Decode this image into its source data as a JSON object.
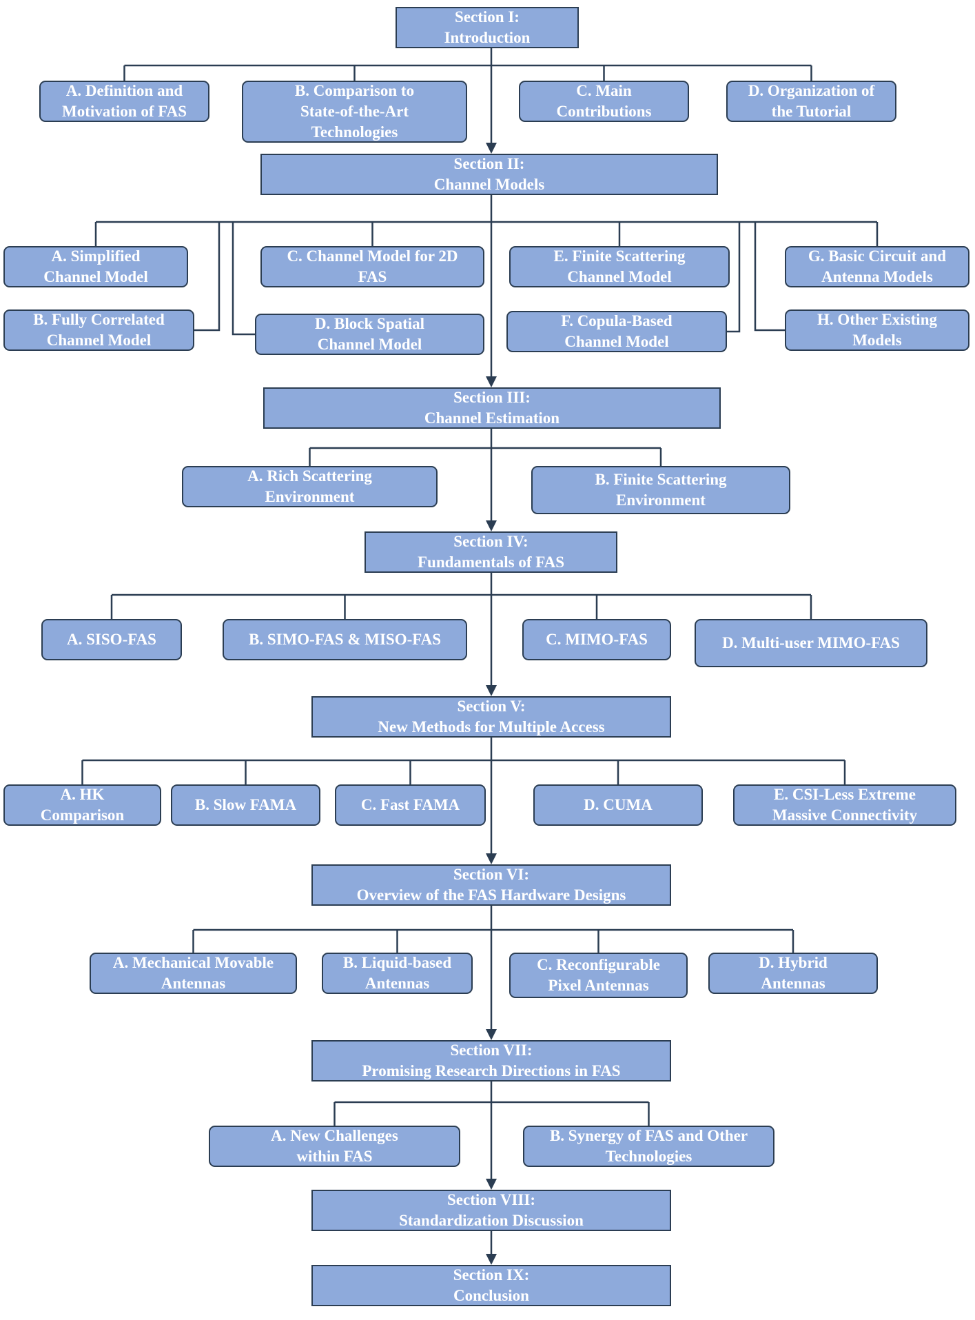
{
  "colors": {
    "box_fill": "#8eaadb",
    "box_border": "#2b3d52",
    "text": "#ffffff",
    "line": "#2b3d52"
  },
  "sections": {
    "s1": [
      "Section I:",
      "Introduction"
    ],
    "s2": [
      "Section II:",
      "Channel Models"
    ],
    "s3": [
      "Section III:",
      "Channel Estimation"
    ],
    "s4": [
      "Section IV:",
      "Fundamentals of FAS"
    ],
    "s5": [
      "Section V:",
      "New Methods for Multiple Access"
    ],
    "s6": [
      "Section VI:",
      "Overview of the FAS Hardware Designs"
    ],
    "s7": [
      "Section VII:",
      "Promising Research Directions in FAS"
    ],
    "s8": [
      "Section VIII:",
      "Standardization Discussion"
    ],
    "s9": [
      "Section IX:",
      "Conclusion"
    ]
  },
  "subsections": {
    "s1": [
      [
        "A. Definition and",
        "Motivation of FAS"
      ],
      [
        "B. Comparison to",
        "State-of-the-Art",
        "Technologies"
      ],
      [
        "C. Main",
        "Contributions"
      ],
      [
        "D. Organization of",
        "the Tutorial"
      ]
    ],
    "s2": [
      [
        "A. Simplified",
        "Channel Model"
      ],
      [
        "B. Fully Correlated",
        "Channel Model"
      ],
      [
        "C. Channel Model for 2D",
        "FAS"
      ],
      [
        "D. Block Spatial",
        "Channel Model"
      ],
      [
        "E. Finite Scattering",
        "Channel Model"
      ],
      [
        "F. Copula-Based",
        "Channel Model"
      ],
      [
        "G. Basic Circuit and",
        "Antenna Models"
      ],
      [
        "H. Other Existing",
        "Models"
      ]
    ],
    "s3": [
      [
        "A. Rich Scattering",
        "Environment"
      ],
      [
        "B. Finite Scattering",
        "Environment"
      ]
    ],
    "s4": [
      [
        "A. SISO-FAS"
      ],
      [
        "B. SIMO-FAS & MISO-FAS"
      ],
      [
        "C. MIMO-FAS"
      ],
      [
        "D. Multi-user MIMO-FAS"
      ]
    ],
    "s5": [
      [
        "A. HK",
        "Comparison"
      ],
      [
        "B. Slow FAMA"
      ],
      [
        "C. Fast FAMA"
      ],
      [
        "D. CUMA"
      ],
      [
        "E. CSI-Less Extreme",
        "Massive Connectivity"
      ]
    ],
    "s6": [
      [
        "A. Mechanical Movable",
        "Antennas"
      ],
      [
        "B. Liquid-based",
        "Antennas"
      ],
      [
        "C. Reconfigurable",
        "Pixel Antennas"
      ],
      [
        "D. Hybrid",
        "Antennas"
      ]
    ],
    "s7": [
      [
        "A. New Challenges",
        "within FAS"
      ],
      [
        "B. Synergy of FAS and Other",
        "Technologies"
      ]
    ]
  }
}
